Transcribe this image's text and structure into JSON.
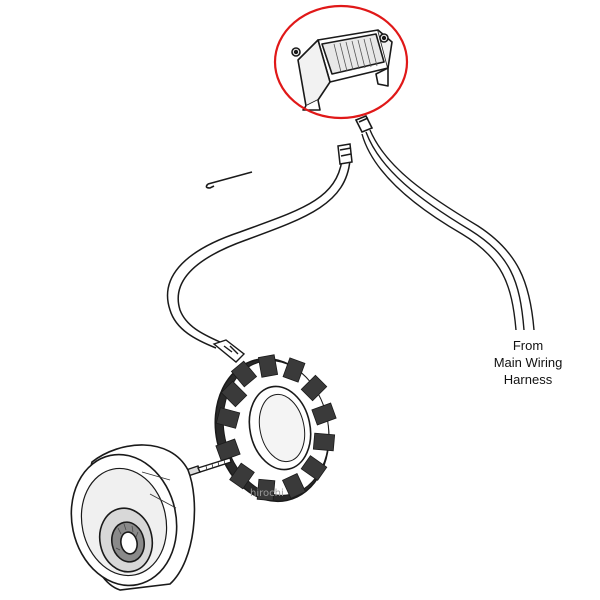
{
  "callout": {
    "lines": [
      "From",
      "Main Wiring",
      "Harness"
    ]
  },
  "watermark": "hirochi",
  "colors": {
    "highlight_ring": "#e01818",
    "line_art": "#1a1a1a"
  },
  "icons": {
    "regulator": "voltage-regulator-icon",
    "stator": "stator-coil-icon",
    "rotor": "rotor-flywheel-icon"
  }
}
